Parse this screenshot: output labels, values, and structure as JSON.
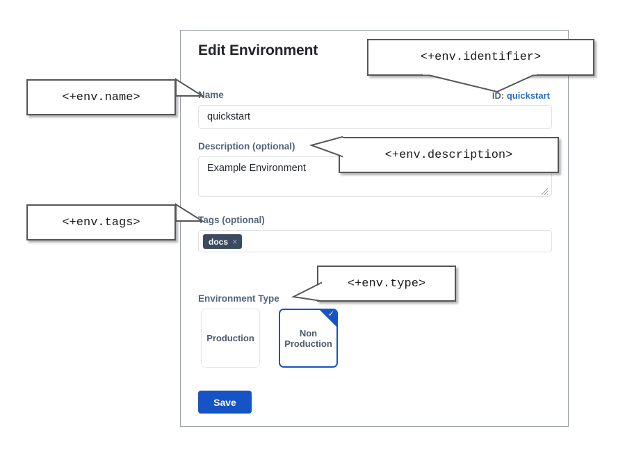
{
  "card": {
    "title": "Edit Environment",
    "id_label": "ID:",
    "id_value": "quickstart",
    "fields": {
      "name": {
        "label": "Name",
        "value": "quickstart"
      },
      "description": {
        "label": "Description (optional)",
        "value": "Example Environment"
      },
      "tags": {
        "label": "Tags (optional)",
        "chips": [
          {
            "text": "docs",
            "remove_icon": "×"
          }
        ]
      },
      "environment_type": {
        "label": "Environment Type",
        "options": [
          {
            "label": "Production",
            "selected": false
          },
          {
            "label": "Non Production",
            "line1": "Non",
            "line2": "Production",
            "selected": true
          }
        ],
        "check_icon": "✓"
      }
    },
    "save_label": "Save"
  },
  "callouts": {
    "name": "<+env.name>",
    "identifier": "<+env.identifier>",
    "description": "<+env.description>",
    "tags": "<+env.tags>",
    "type": "<+env.type>"
  },
  "colors": {
    "accent_blue": "#1653c4",
    "link_blue": "#2a6ebd",
    "label_slate": "#51647d",
    "chip_dark": "#3b4a5e",
    "callout_border": "#565656",
    "card_border": "#9aa0a6"
  }
}
